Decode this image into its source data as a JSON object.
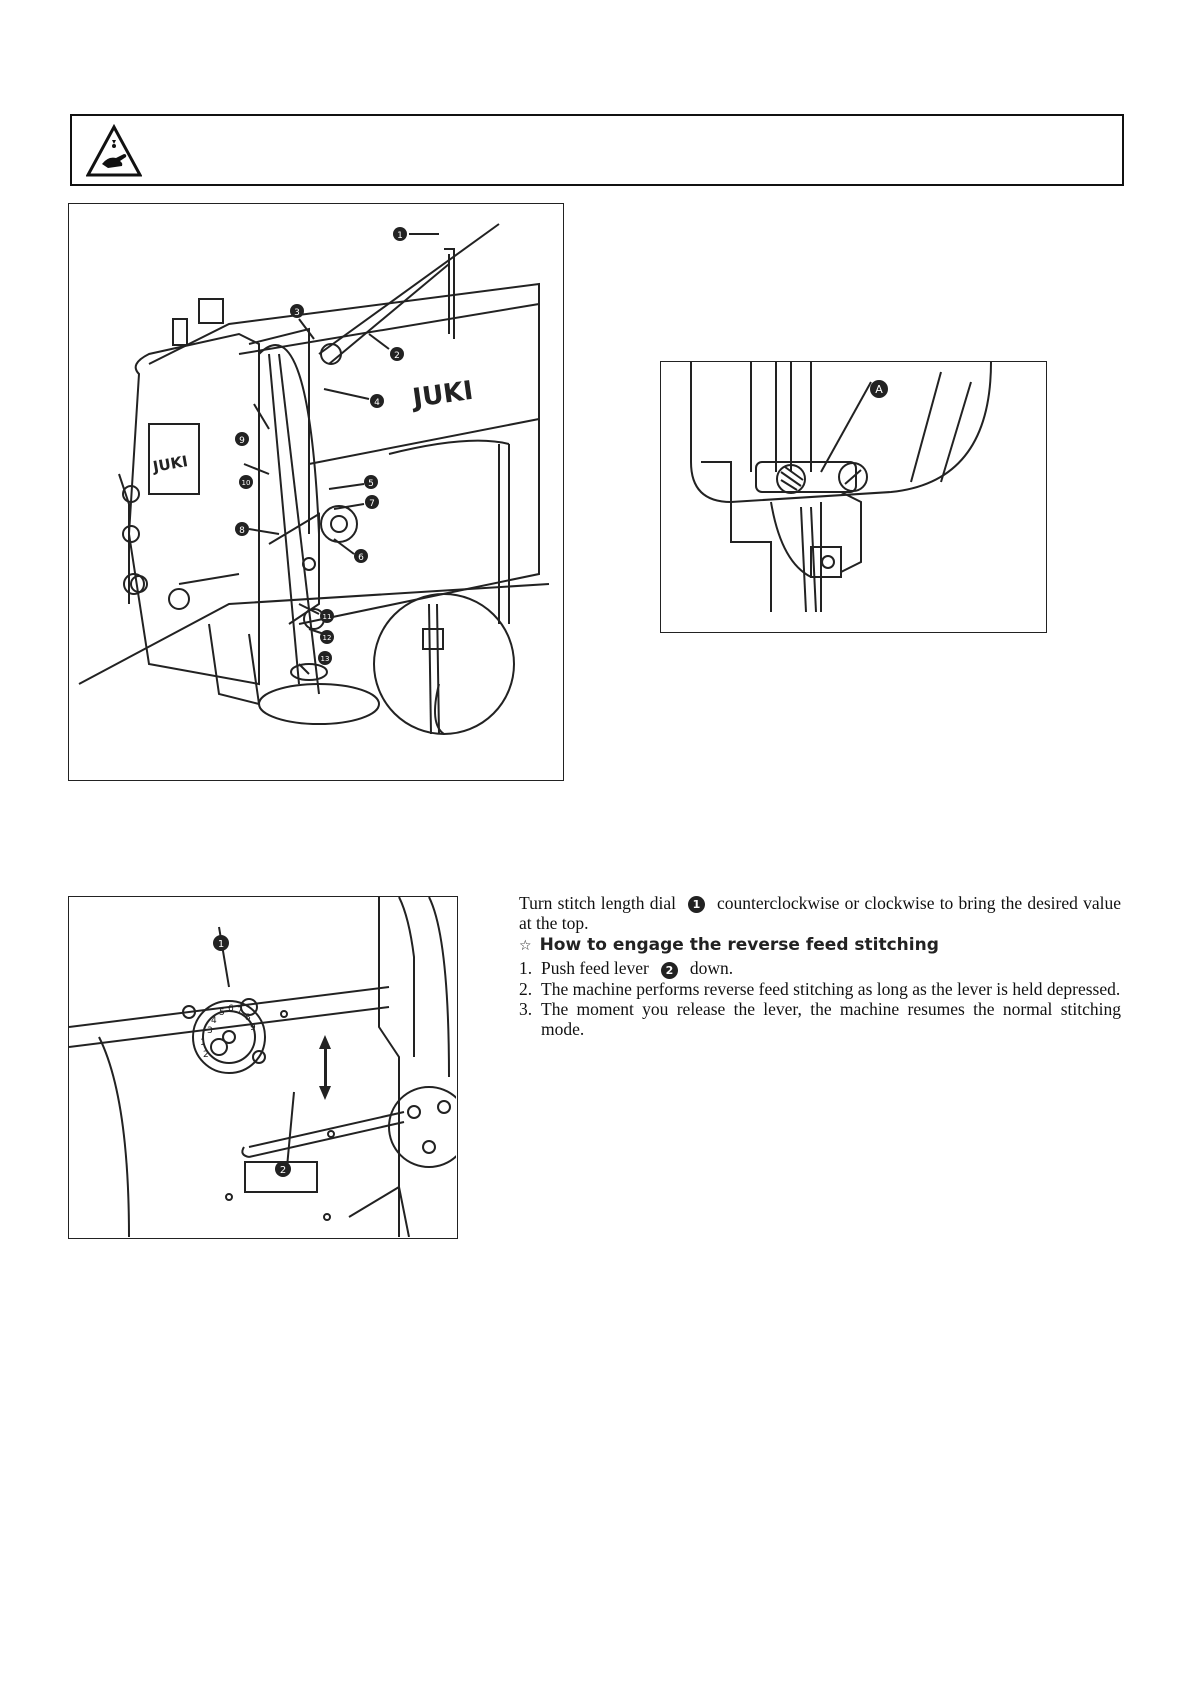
{
  "caution": {
    "icon": "hand-crush-warning-icon"
  },
  "figure1": {
    "brand": "JUKI",
    "callouts": [
      "1",
      "2",
      "3",
      "4",
      "5",
      "6",
      "7",
      "8",
      "9",
      "10",
      "11",
      "12",
      "13"
    ]
  },
  "figure2": {
    "callouts": [
      "A"
    ]
  },
  "figure3": {
    "callouts": [
      "1",
      "2"
    ],
    "dial_numbers": [
      "1",
      "2",
      "3",
      "4",
      "5",
      "6",
      "7",
      "8",
      "9"
    ]
  },
  "text": {
    "intro_pre": "Turn stitch length dial",
    "intro_num": "1",
    "intro_post": "counterclockwise  or  clockwise  to bring the desired value at the top.",
    "heading": "How to engage the reverse feed stitching",
    "steps": [
      {
        "n": "1.",
        "pre": "Push feed lever",
        "num": "2",
        "post": "down."
      },
      {
        "n": "2.",
        "text": "The machine performs reverse feed stitching  as long as the lever is held depressed."
      },
      {
        "n": "3.",
        "text": "The  moment  you  release  the  lever,  the machine resumes the normal stitching mode."
      }
    ]
  }
}
